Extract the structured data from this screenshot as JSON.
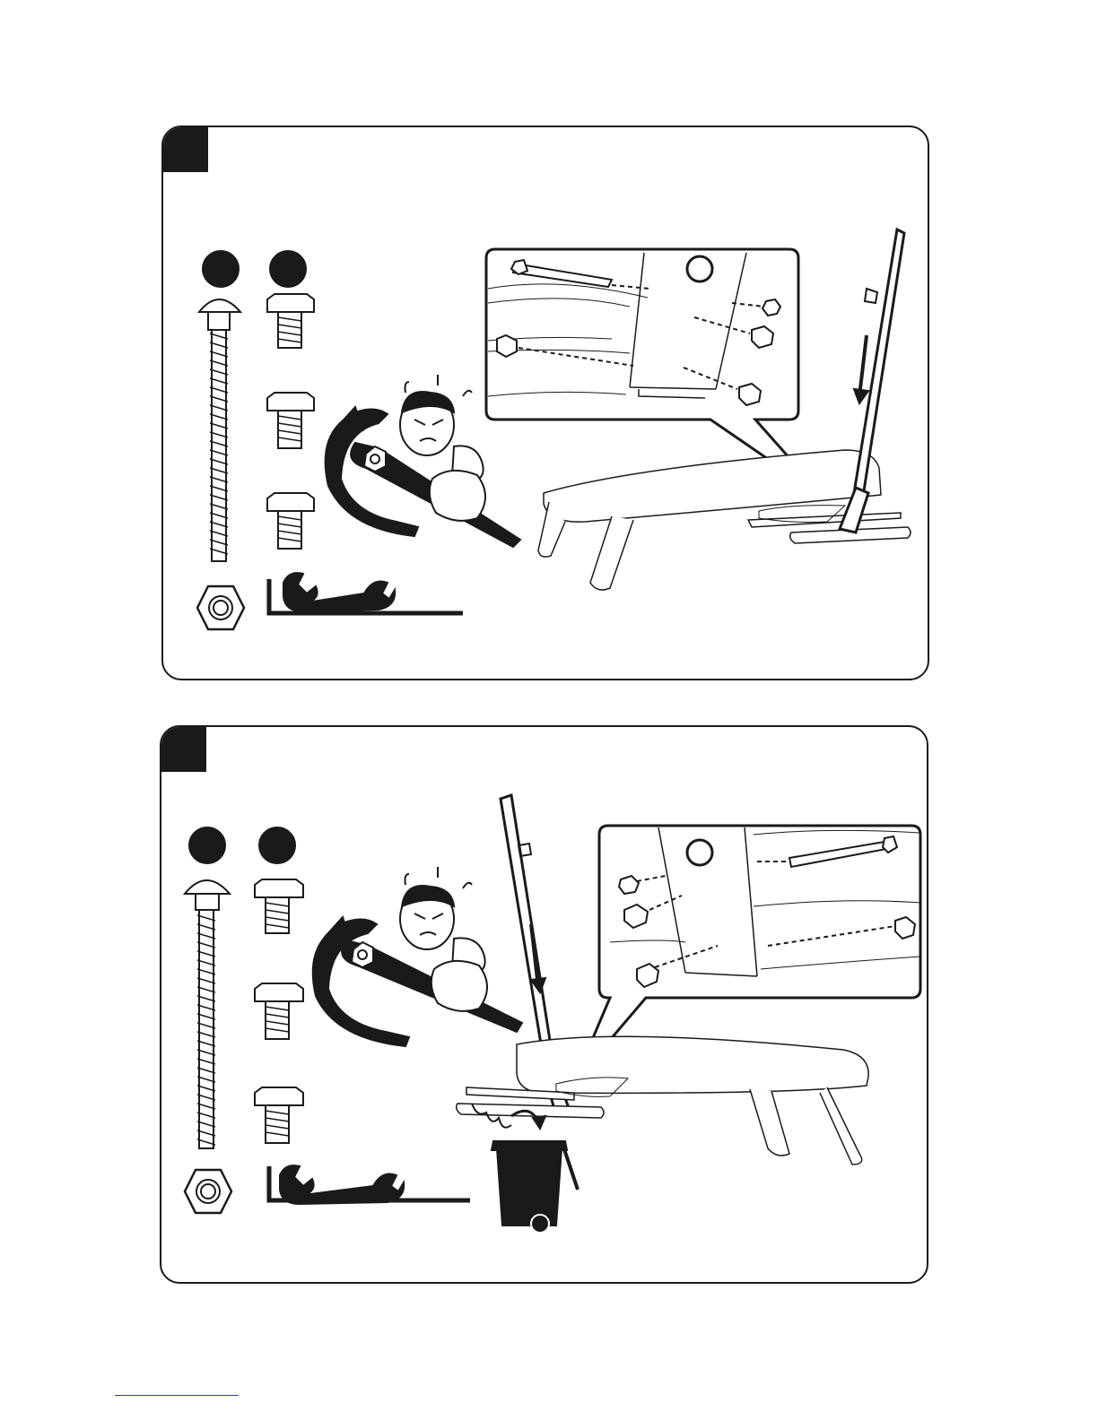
{
  "document": {
    "type": "assembly-instruction-page",
    "colors": {
      "ink": "#1a1a1a",
      "paper": "#ffffff",
      "link_rule": "#2b3bb0"
    }
  },
  "steps": [
    {
      "hardware": [
        "round-head-bolt",
        "hex-bolt",
        "hex-bolt",
        "hex-bolt",
        "hex-nut"
      ],
      "tools": [
        "open-end-wrench",
        "allen-key"
      ],
      "callout": "bolt-detail",
      "illustration": "right-upright-on-elliptical-base"
    },
    {
      "hardware": [
        "round-head-bolt",
        "hex-bolt",
        "hex-bolt",
        "hex-bolt",
        "hex-nut"
      ],
      "tools": [
        "open-end-wrench",
        "allen-key"
      ],
      "callout": "bolt-detail",
      "illustration": "left-upright-on-elliptical-base",
      "extra": "recycle-bin"
    }
  ]
}
